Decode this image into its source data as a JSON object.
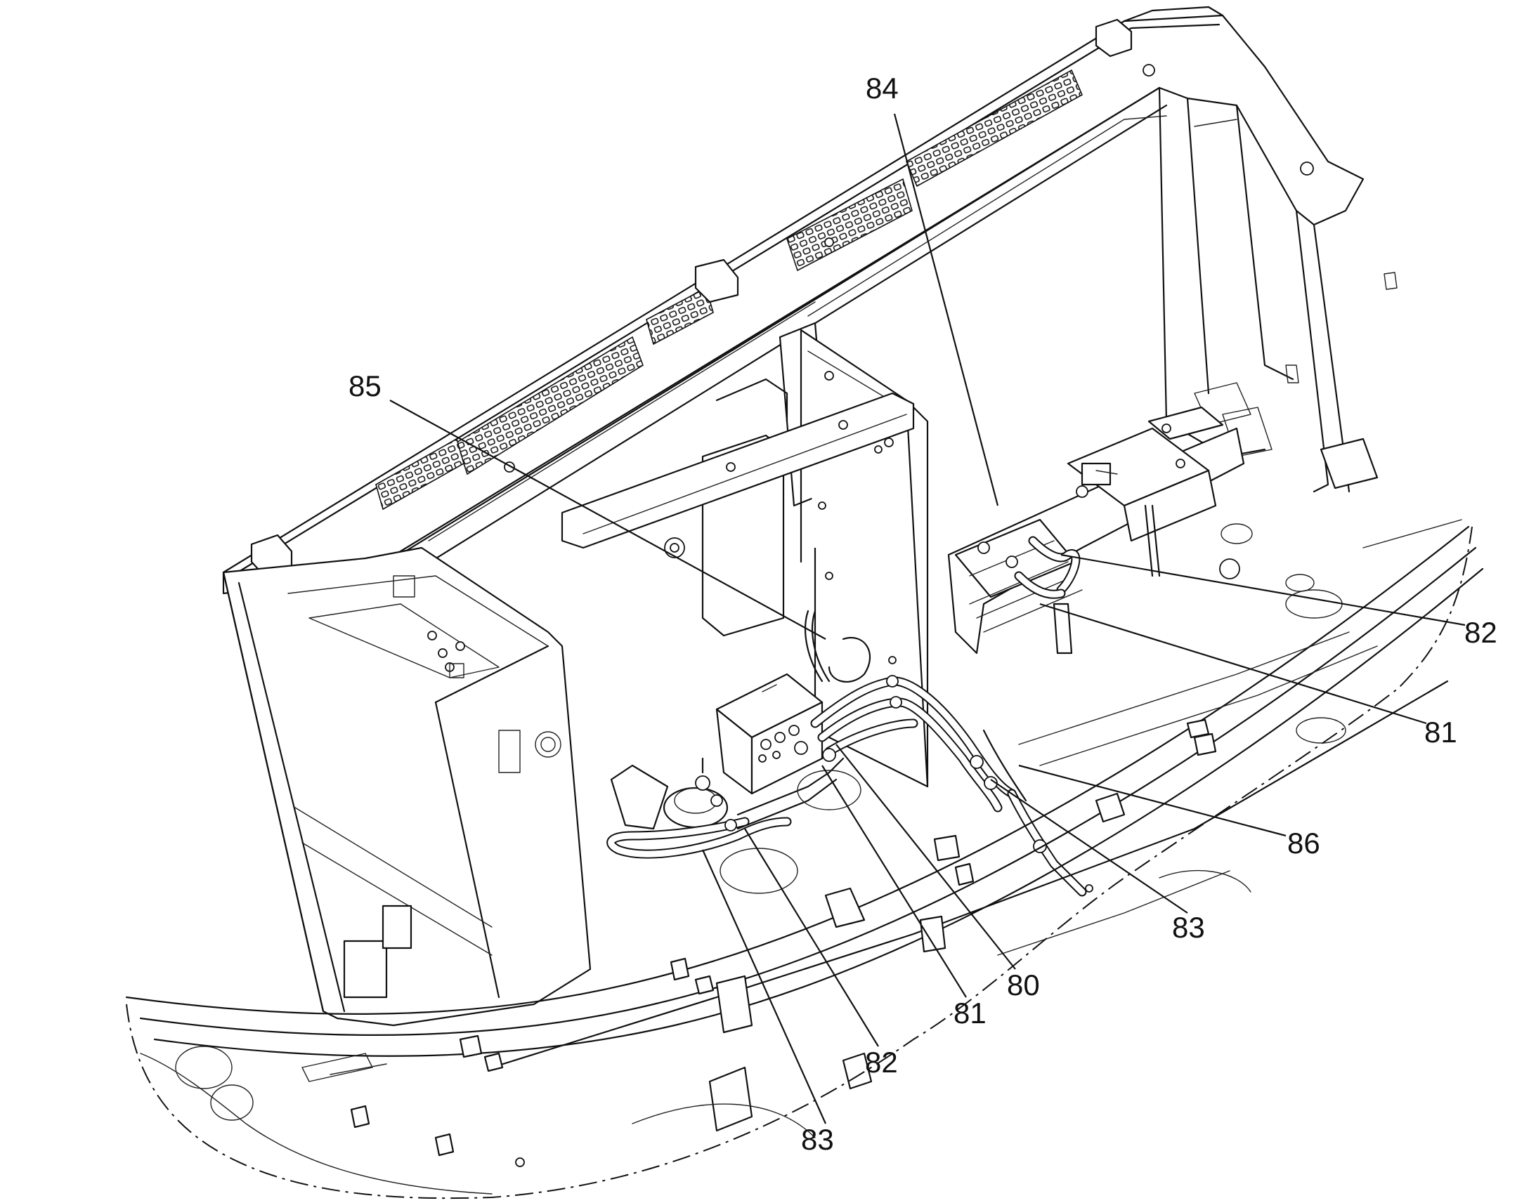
{
  "callouts": [
    {
      "id": "c84",
      "label": "84"
    },
    {
      "id": "c85",
      "label": "85"
    },
    {
      "id": "c82a",
      "label": "82"
    },
    {
      "id": "c81a",
      "label": "81"
    },
    {
      "id": "c86",
      "label": "86"
    },
    {
      "id": "c83a",
      "label": "83"
    },
    {
      "id": "c80",
      "label": "80"
    },
    {
      "id": "c81b",
      "label": "81"
    },
    {
      "id": "c82b",
      "label": "82"
    },
    {
      "id": "c83b",
      "label": "83"
    }
  ]
}
